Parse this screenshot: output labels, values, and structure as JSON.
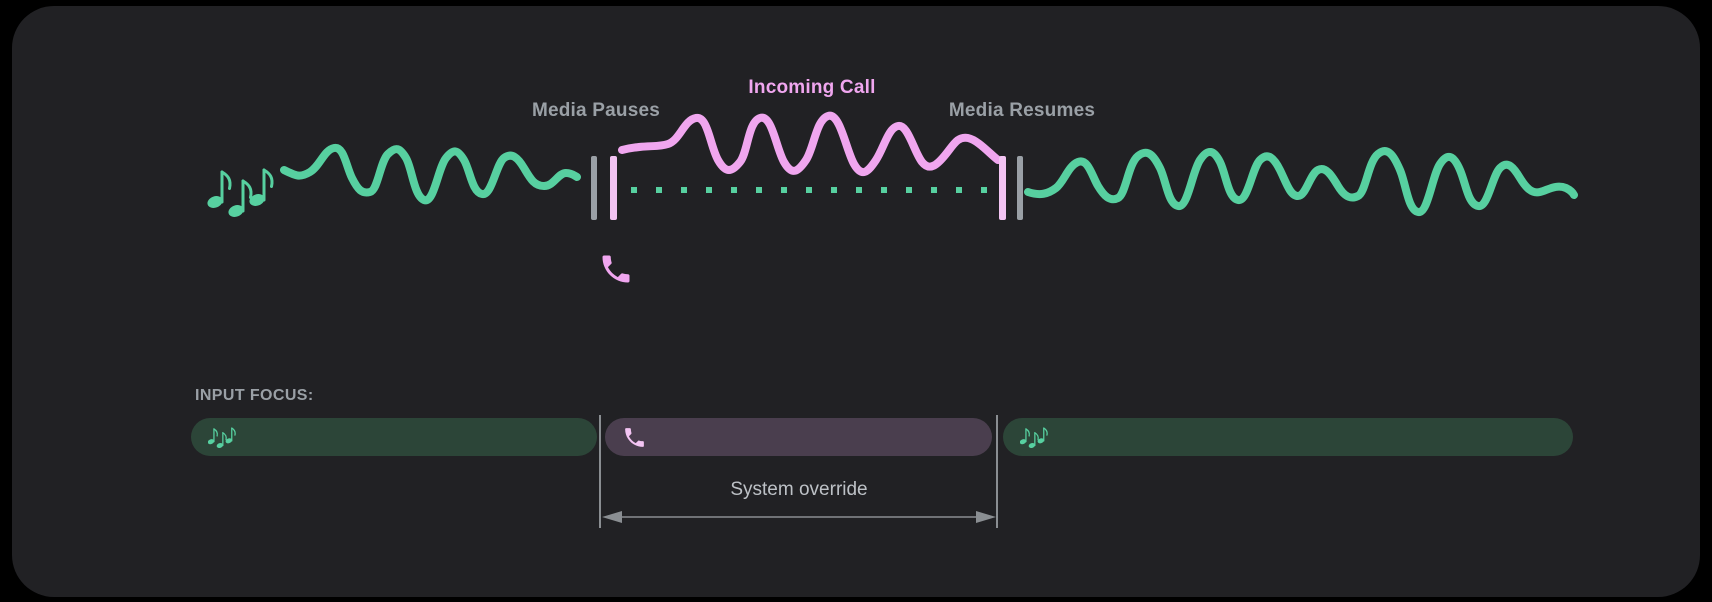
{
  "colors": {
    "page_bg": "#000000",
    "card_bg": "#212124",
    "media_green": "#57d0a0",
    "media_green_dim": "#2c4538",
    "call_pink": "#f0a6ef",
    "call_pink_light": "#f3c4f3",
    "call_purple_dim": "#4a3e4e",
    "label_gray": "#9aa0a6",
    "bar_gray": "#9aa0a6",
    "override_gray": "#bdc1c6",
    "arrow_gray": "#8a8e92"
  },
  "timeline": {
    "media_pauses_label": "Media Pauses",
    "incoming_call_label": "Incoming Call",
    "media_resumes_label": "Media Resumes",
    "media_icon": "music-notes-icon",
    "call_icon": "phone-icon"
  },
  "input_focus": {
    "heading": "INPUT FOCUS:",
    "segments": [
      {
        "name": "media-before",
        "icon": "music-notes-icon"
      },
      {
        "name": "call-override",
        "icon": "phone-icon"
      },
      {
        "name": "media-after",
        "icon": "music-notes-icon"
      }
    ],
    "override_label": "System override"
  }
}
